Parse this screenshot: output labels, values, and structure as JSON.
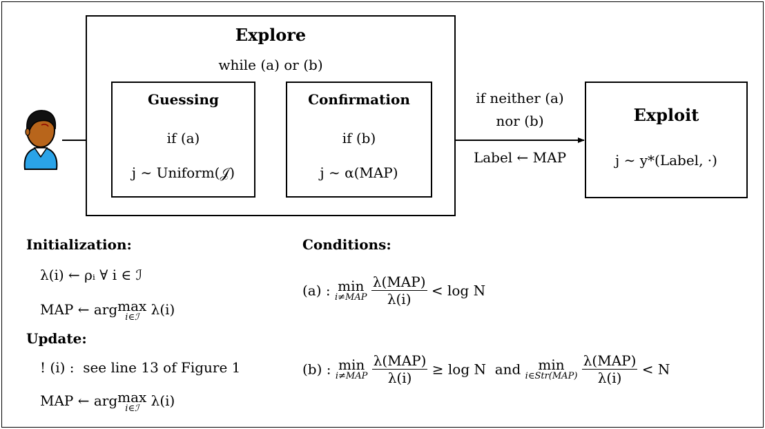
{
  "explore": {
    "title": "Explore",
    "subtitle": "while (a) or (b)"
  },
  "guessing": {
    "title": "Guessing",
    "condition": "if (a)",
    "rule": "j ∼ Uniform(𝒥)"
  },
  "confirmation": {
    "title": "Confirmation",
    "condition": "if (b)",
    "rule": "j ∼ α(MAP)"
  },
  "transition": {
    "line1": "if neither (a)",
    "line2": "nor (b)",
    "label": "Label ← MAP"
  },
  "exploit": {
    "title": "Exploit",
    "rule": "j ∼ y*(Label, ·)"
  },
  "initialization": {
    "heading": "Initialization:",
    "line1": "λ(i) ← ρᵢ ∀ i ∈ ℐ",
    "line2_prefix": "MAP ← arg",
    "line2_op": "max",
    "line2_sub": "i∈ℐ",
    "line2_suffix": "λ(i)"
  },
  "update": {
    "heading": "Update:",
    "line1": "! (i) :  see line 13 of Figure 1",
    "line2_prefix": "MAP ← arg",
    "line2_op": "max",
    "line2_sub": "i∈ℐ",
    "line2_suffix": "λ(i)"
  },
  "conditions": {
    "heading": "Conditions:",
    "a": {
      "prefix": "(a) :",
      "op": "min",
      "sub": "i≠MAP",
      "num": "λ(MAP)",
      "den": "λ(i)",
      "suffix": "< log N"
    },
    "b": {
      "prefix": "(b) :",
      "op1": "min",
      "sub1": "i≠MAP",
      "num1": "λ(MAP)",
      "den1": "λ(i)",
      "mid": "≥ log N  and",
      "op2": "min",
      "sub2": "i∈Str(MAP)",
      "num2": "λ(MAP)",
      "den2": "λ(i)",
      "suffix": "< N"
    }
  },
  "colors": {
    "skin": "#b8651b",
    "hair": "#111111",
    "shirt": "#2aa3e8",
    "collar": "#ffffff"
  }
}
